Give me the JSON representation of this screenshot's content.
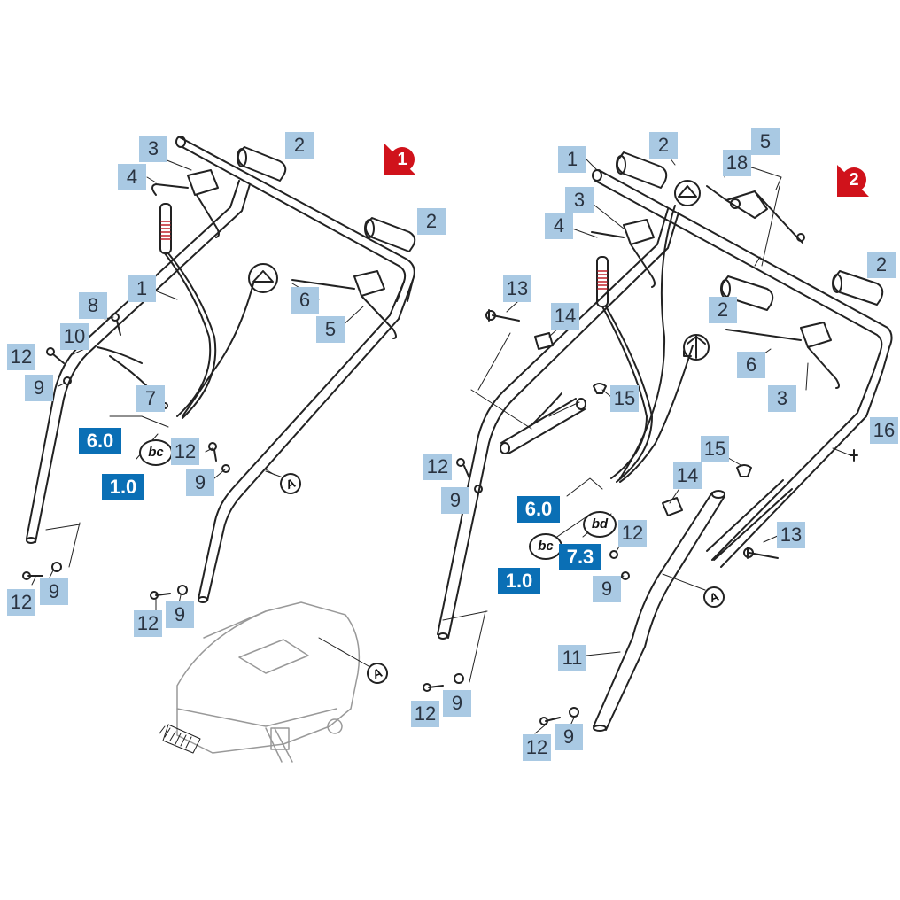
{
  "figures": [
    {
      "number": "1"
    },
    {
      "number": "2"
    }
  ],
  "part_labels": [
    "1",
    "2",
    "3",
    "4",
    "5",
    "6",
    "7",
    "8",
    "9",
    "10",
    "11",
    "12",
    "13",
    "14",
    "15",
    "16",
    "18"
  ],
  "group_badges": [
    "6.0",
    "1.0",
    "7.3"
  ],
  "variant_tags": [
    "bc",
    "bd"
  ],
  "reference_mark": "A",
  "colors": {
    "label_bg": "#a9c9e3",
    "badge_bg": "#0a6fb5",
    "figure_marker": "#d0121b",
    "line": "#222222"
  }
}
